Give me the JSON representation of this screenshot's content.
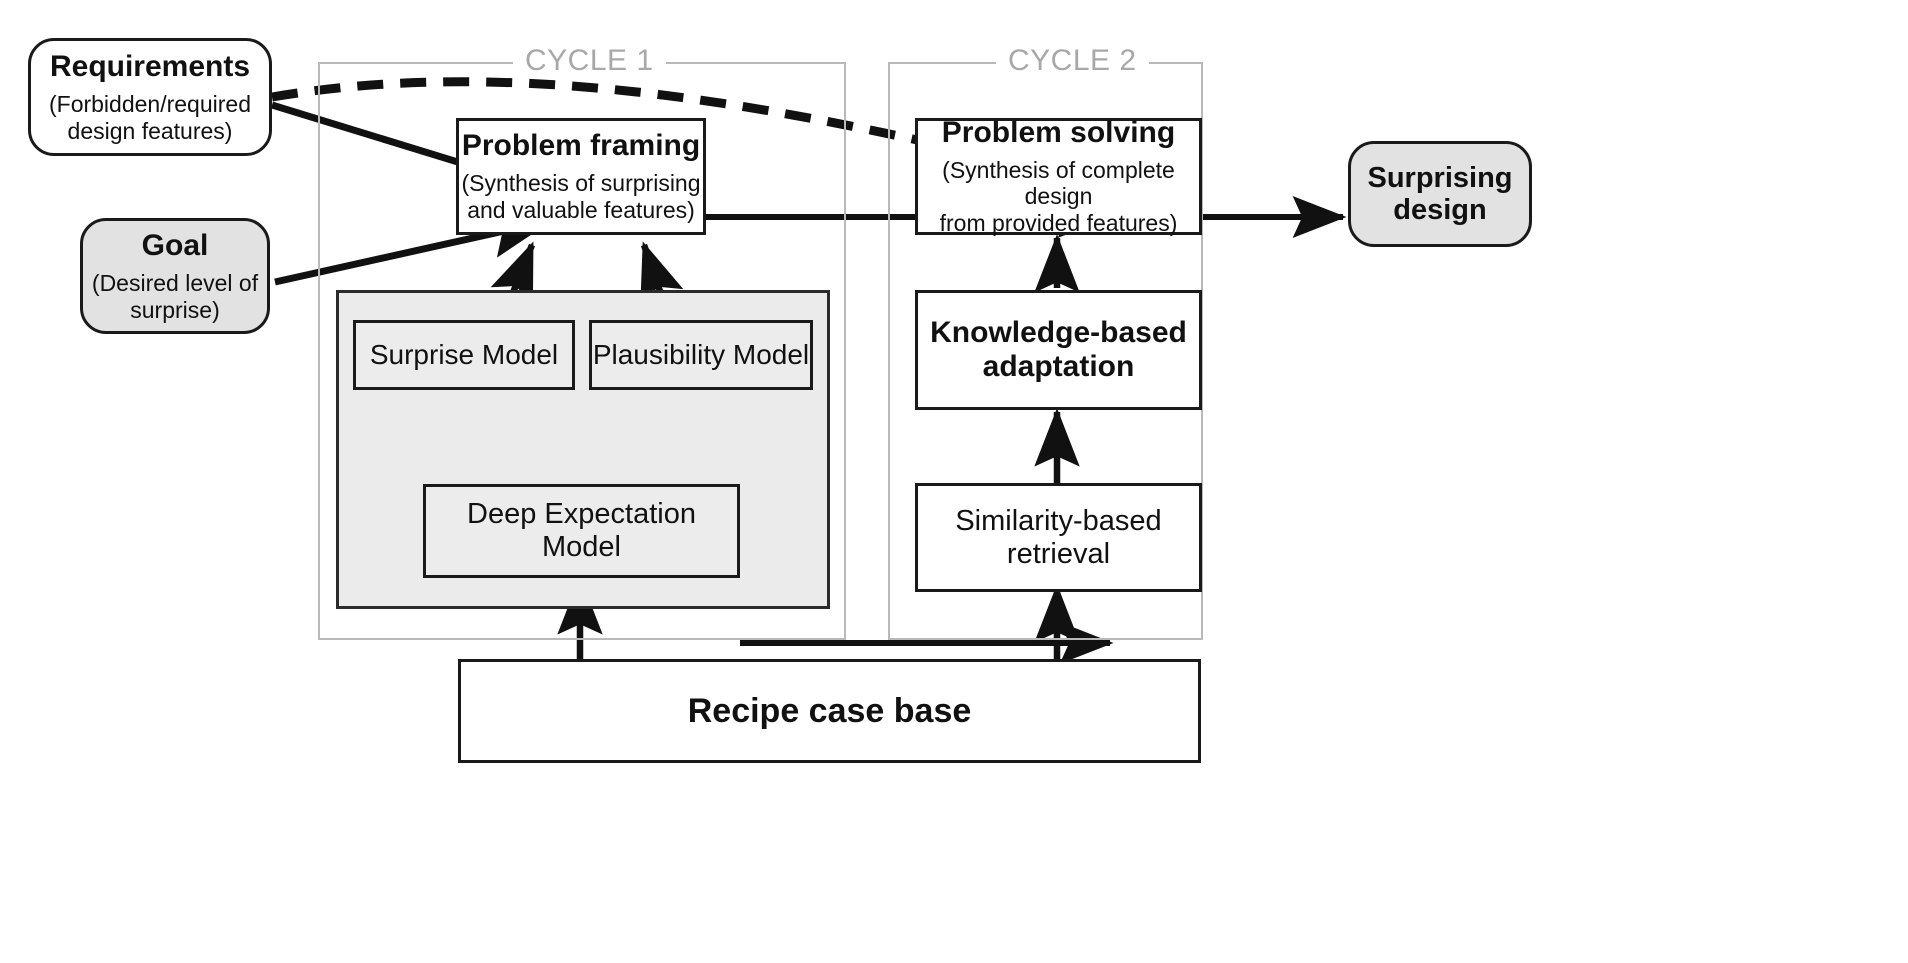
{
  "figure": {
    "kind": "process-flow-diagram",
    "background_color": "#ffffff",
    "accent_colors": {
      "node_border": "#1a1a1a",
      "group_border": "#b9b9b9",
      "group_label_text": "#a8a8a8",
      "shaded_fill": "#e2e2e2",
      "panel_fill": "#ebebeb",
      "arrow": "#111111"
    }
  },
  "groups": [
    {
      "id": "cycle1",
      "label": "CYCLE 1"
    },
    {
      "id": "cycle2",
      "label": "CYCLE 2"
    }
  ],
  "nodes": {
    "requirements": {
      "title": "Requirements",
      "sub_line1": "(Forbidden/required",
      "sub_line2": "design features)"
    },
    "goal": {
      "title": "Goal",
      "sub_line1": "(Desired level of",
      "sub_line2": "surprise)"
    },
    "problem_framing": {
      "title": "Problem framing",
      "sub_line1": "(Synthesis of surprising",
      "sub_line2": "and valuable features)"
    },
    "problem_solving": {
      "title": "Problem solving",
      "sub_line1": "(Synthesis of complete design",
      "sub_line2": "from provided features)"
    },
    "surprising_design": {
      "line1": "Surprising",
      "line2": "design"
    },
    "surprise_model": {
      "label": "Surprise Model"
    },
    "plausibility_model": {
      "label": "Plausibility Model"
    },
    "deep_expectation_model": {
      "line1": "Deep Expectation",
      "line2": "Model"
    },
    "knowledge_based_adaptation": {
      "line1": "Knowledge-based",
      "line2": "adaptation"
    },
    "similarity_based_retrieval": {
      "line1": "Similarity-based",
      "line2": "retrieval"
    },
    "recipe_case_base": {
      "label": "Recipe case base"
    }
  },
  "edges": [
    {
      "from": "requirements",
      "to": "problem_framing",
      "style": "solid"
    },
    {
      "from": "requirements",
      "to": "problem_solving",
      "style": "dashed"
    },
    {
      "from": "goal",
      "to": "problem_framing",
      "style": "solid"
    },
    {
      "from": "problem_framing",
      "to": "problem_solving",
      "style": "solid"
    },
    {
      "from": "problem_solving",
      "to": "surprising_design",
      "style": "solid"
    },
    {
      "from": "surprise_model",
      "to": "problem_framing",
      "style": "solid"
    },
    {
      "from": "plausibility_model",
      "to": "problem_framing",
      "style": "solid"
    },
    {
      "from": "deep_expectation_model",
      "to": "surprise_model",
      "style": "solid"
    },
    {
      "from": "deep_expectation_model",
      "to": "plausibility_model",
      "style": "solid"
    },
    {
      "from": "deep_expectation_model",
      "to": "similarity_based_retrieval",
      "style": "solid"
    },
    {
      "from": "similarity_based_retrieval",
      "to": "knowledge_based_adaptation",
      "style": "solid"
    },
    {
      "from": "knowledge_based_adaptation",
      "to": "problem_solving",
      "style": "solid"
    },
    {
      "from": "recipe_case_base",
      "to": "deep_expectation_model",
      "style": "solid"
    },
    {
      "from": "recipe_case_base",
      "to": "similarity_based_retrieval",
      "style": "solid"
    }
  ]
}
